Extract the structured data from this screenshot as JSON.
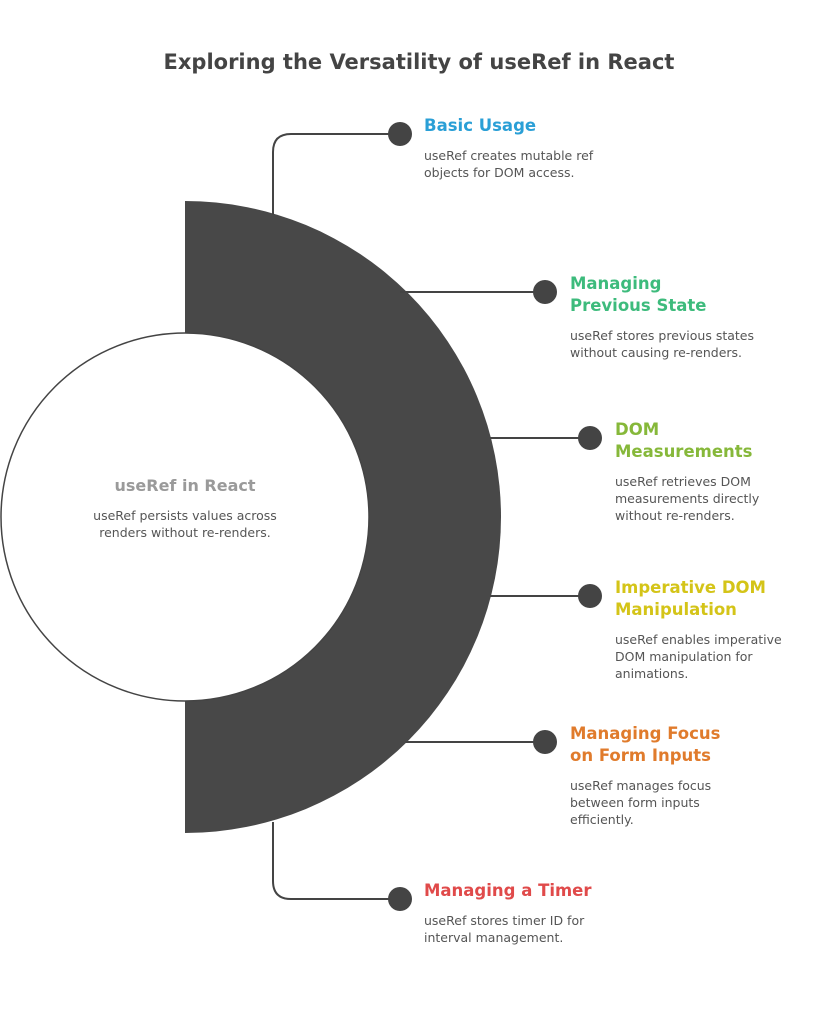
{
  "title": "Exploring the Versatility of useRef in React",
  "center": {
    "title": "useRef in React",
    "description": "useRef persists values across renders without re-renders."
  },
  "items": [
    {
      "title": "Basic Usage",
      "description": "useRef creates mutable ref objects for DOM access.",
      "color": "#2a9fd6"
    },
    {
      "title": "Managing Previous State",
      "description": "useRef stores previous states without causing re-renders.",
      "color": "#3dbb7c"
    },
    {
      "title": "DOM Measurements",
      "description": "useRef retrieves DOM measurements directly without re-renders.",
      "color": "#86b83a"
    },
    {
      "title": "Imperative DOM Manipulation",
      "description": "useRef enables imperative DOM manipulation for animations.",
      "color": "#d4c418"
    },
    {
      "title": "Managing Focus on Form Inputs",
      "description": "useRef manages focus between form inputs efficiently.",
      "color": "#e07b2c"
    },
    {
      "title": "Managing a Timer",
      "description": "useRef stores timer ID for interval management.",
      "color": "#e04a4a"
    }
  ]
}
